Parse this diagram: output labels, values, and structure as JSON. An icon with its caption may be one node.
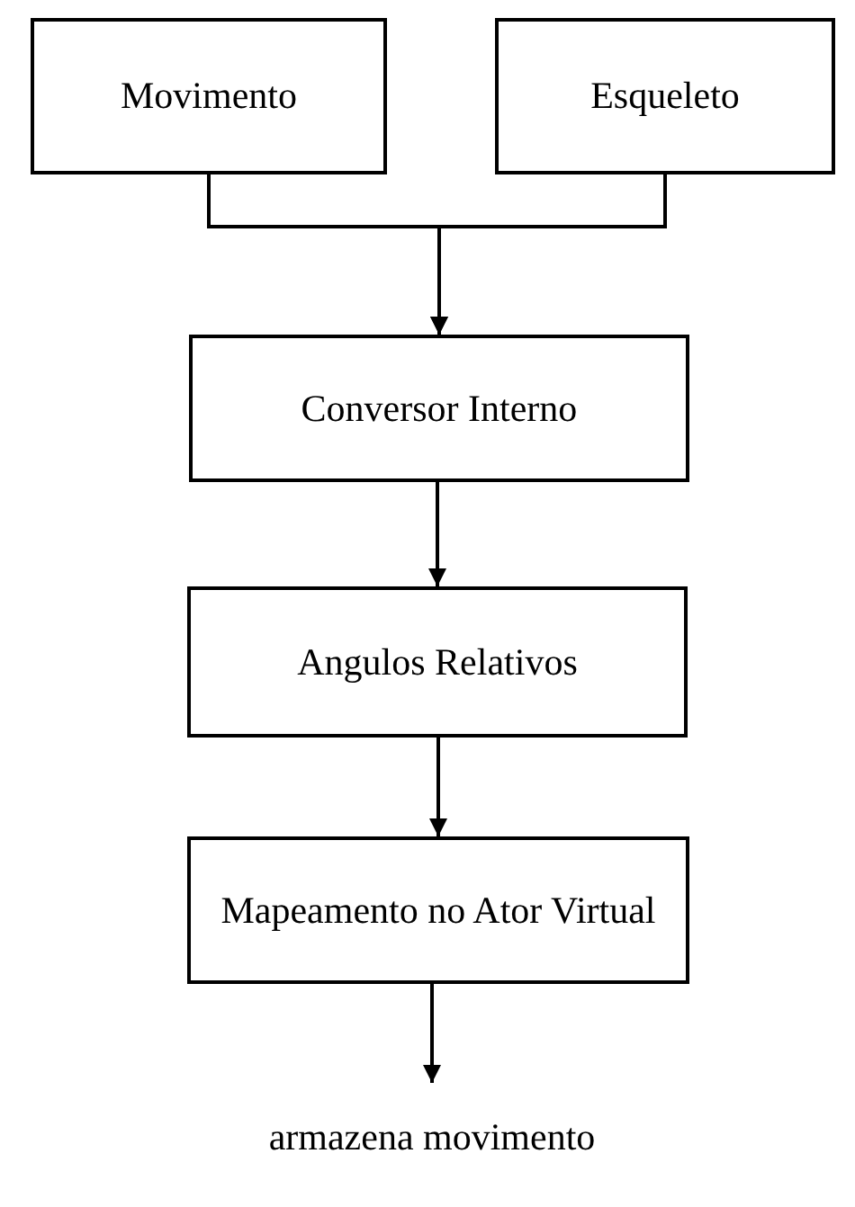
{
  "diagram": {
    "nodes": [
      {
        "text": [
          "Movimento"
        ]
      },
      {
        "text": [
          "Esqueleto"
        ]
      },
      {
        "text": [
          "Conversor Interno"
        ]
      },
      {
        "text": [
          "Angulos Relativos"
        ]
      },
      {
        "text": [
          "Mapeamento no Ator Virtual"
        ]
      },
      {
        "text": [
          "armazena movimento"
        ]
      }
    ],
    "edges": [
      {
        "from": 0,
        "to": 2,
        "arrow": "to"
      },
      {
        "from": 1,
        "to": 2,
        "arrow": "to"
      },
      {
        "from": 2,
        "to": 3,
        "arrow": "to"
      },
      {
        "from": 3,
        "to": 4,
        "arrow": "to"
      },
      {
        "from": 4,
        "to": 5,
        "arrow": "to"
      }
    ]
  }
}
